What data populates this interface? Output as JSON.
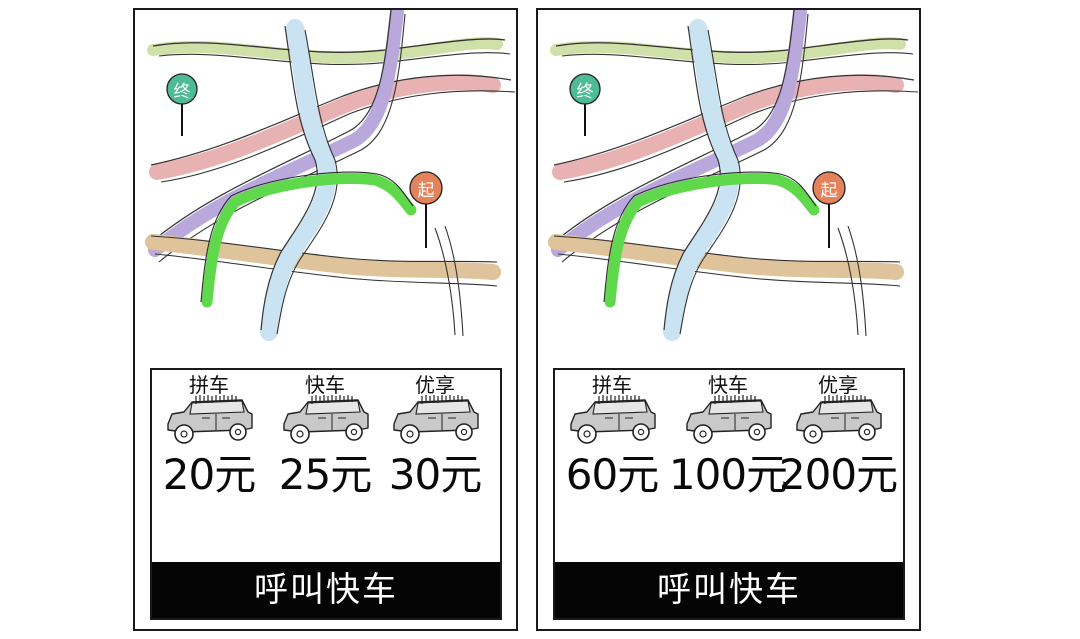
{
  "screens": [
    {
      "map": {
        "end_marker": "终",
        "start_marker": "起"
      },
      "options": [
        {
          "label": "拼车",
          "price": "20元",
          "icon": "car-icon"
        },
        {
          "label": "快车",
          "price": "25元",
          "icon": "car-icon"
        },
        {
          "label": "优享",
          "price": "30元",
          "icon": "car-icon"
        }
      ],
      "call_button": "呼叫快车"
    },
    {
      "map": {
        "end_marker": "终",
        "start_marker": "起"
      },
      "options": [
        {
          "label": "拼车",
          "price": "60元",
          "icon": "car-icon"
        },
        {
          "label": "快车",
          "price": "100元",
          "icon": "car-icon"
        },
        {
          "label": "优享",
          "price": "200元",
          "icon": "car-icon"
        }
      ],
      "call_button": "呼叫快车"
    }
  ],
  "colors": {
    "road_green_light": "#cfe0a8",
    "road_pink": "#e9b2b2",
    "road_purple": "#b9a8dc",
    "road_blue": "#c9e3f3",
    "route_green": "#5fd84c",
    "road_tan": "#dfc39a",
    "end_marker": "#4dbb96",
    "start_marker": "#e4825c",
    "button_bg": "#050505"
  }
}
